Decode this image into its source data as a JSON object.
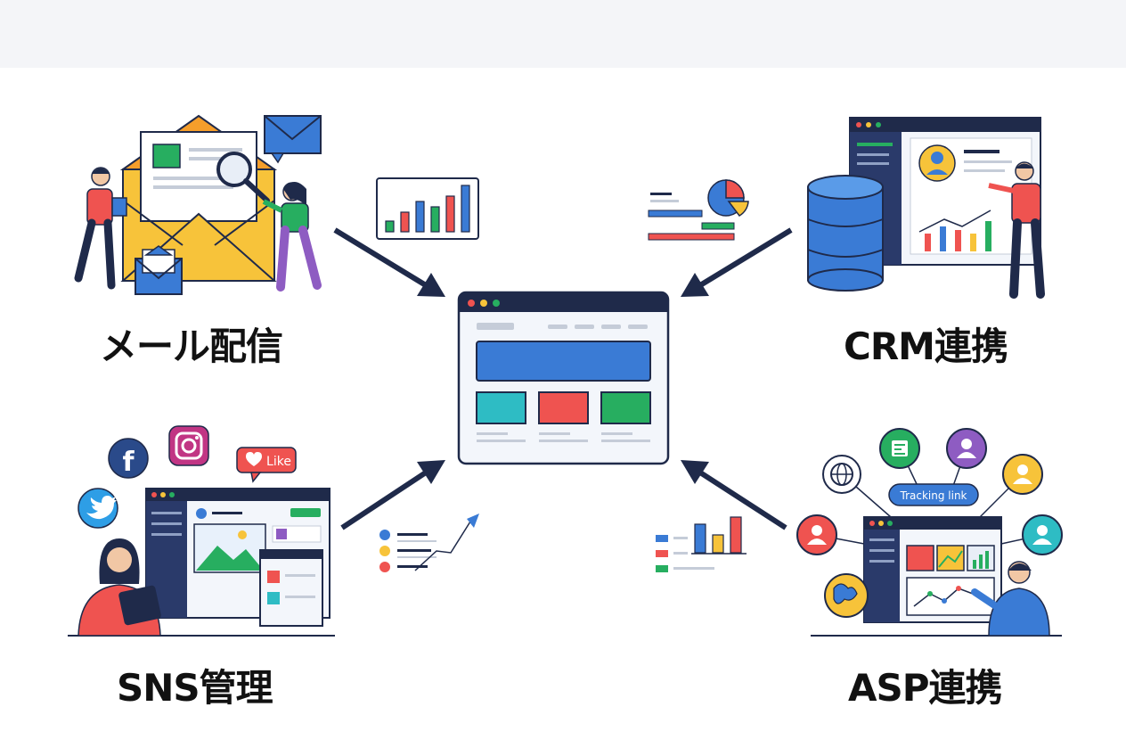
{
  "labels": {
    "mail": "メール配信",
    "crm": "CRM連携",
    "sns": "SNS管理",
    "asp": "ASP連携"
  },
  "badges": {
    "like": "Like",
    "tracking": "Tracking link",
    "facebook": "f"
  },
  "colors": {
    "navy": "#1f2a4a",
    "blue": "#3a7bd5",
    "teal": "#2ebcc4",
    "red": "#ef5350",
    "green": "#27ae60",
    "yellow": "#f7c33a"
  },
  "icons": [
    "envelope-icon",
    "magnifier-icon",
    "bar-chart-icon",
    "pie-chart-icon",
    "database-icon",
    "facebook-icon",
    "instagram-icon",
    "twitter-icon",
    "globe-icon",
    "user-icon",
    "line-chart-icon",
    "arrow-icon"
  ]
}
